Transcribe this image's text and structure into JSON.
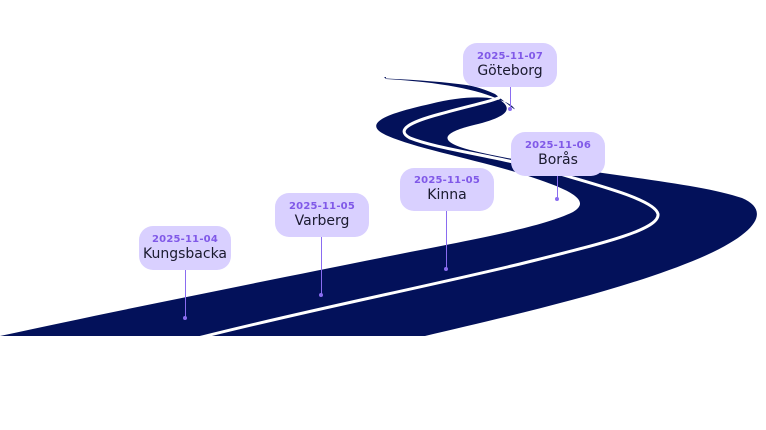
{
  "colors": {
    "road": "#03115a",
    "lane_marking": "#ffffff",
    "bubble_bg": "#d9d0ff",
    "date_text": "#8059e8",
    "city_text": "#1a1a2e",
    "pin": "#8a6cf0"
  },
  "stops": [
    {
      "date": "2025-11-04",
      "city": "Kungsbacka"
    },
    {
      "date": "2025-11-05",
      "city": "Varberg"
    },
    {
      "date": "2025-11-05",
      "city": "Kinna"
    },
    {
      "date": "2025-11-06",
      "city": "Borås"
    },
    {
      "date": "2025-11-07",
      "city": "Göteborg"
    }
  ]
}
